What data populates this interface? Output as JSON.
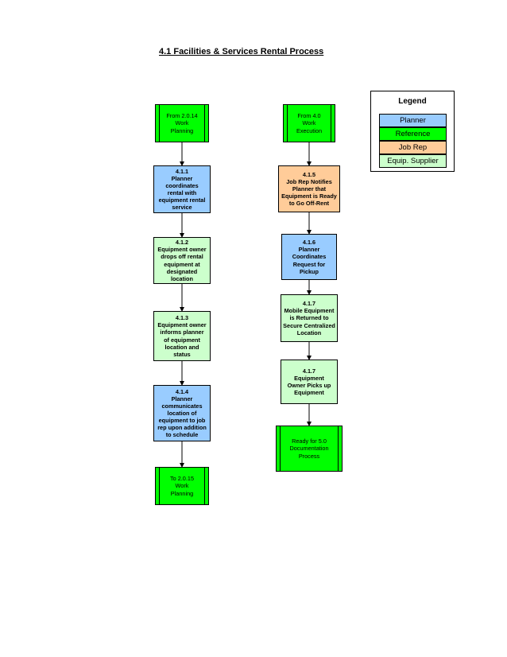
{
  "title": "4.1 Facilities & Services Rental Process",
  "colors": {
    "planner": "#99ccff",
    "reference": "#00ff00",
    "job_rep": "#ffcc99",
    "equip_supplier": "#ccffcc"
  },
  "legend": {
    "title": "Legend",
    "items": [
      "Planner",
      "Reference",
      "Job Rep",
      "Equip. Supplier"
    ]
  },
  "left_column": {
    "from_ref": [
      "From 2.0.14",
      "Work",
      "Planning"
    ],
    "step_411": [
      "4.1.1",
      "Planner",
      "coordinates",
      "rental with",
      "equipment rental",
      "service"
    ],
    "step_412": [
      "4.1.2",
      "Equipment owner",
      "drops off rental",
      "equipment at",
      "designated",
      "location"
    ],
    "step_413": [
      "4.1.3",
      "Equipment owner",
      "informs planner",
      "of equipment",
      "location and",
      "status"
    ],
    "step_414": [
      "4.1.4",
      "Planner",
      "communicates",
      "location of",
      "equipment to job",
      "rep upon addition",
      "to schedule"
    ],
    "to_ref": [
      "To 2.0.15",
      "Work",
      "Planning"
    ]
  },
  "right_column": {
    "from_ref": [
      "From 4.0",
      "Work",
      "Execution"
    ],
    "step_415": [
      "4.1.5",
      "Job Rep Notifies",
      "Planner that",
      "Equipment is Ready",
      "to Go Off-Rent"
    ],
    "step_416": [
      "4.1.6",
      "Planner",
      "Coordinates",
      "Request for",
      "Pickup"
    ],
    "step_417a": [
      "4.1.7",
      "Mobile Equipment",
      "is Returned to",
      "Secure Centralized",
      "Location"
    ],
    "step_417b": [
      "4.1.7",
      "Equipment",
      "Owner Picks up",
      "Equipment"
    ],
    "to_ref": [
      "Ready for  5.0",
      "Documentation",
      "Process"
    ]
  }
}
